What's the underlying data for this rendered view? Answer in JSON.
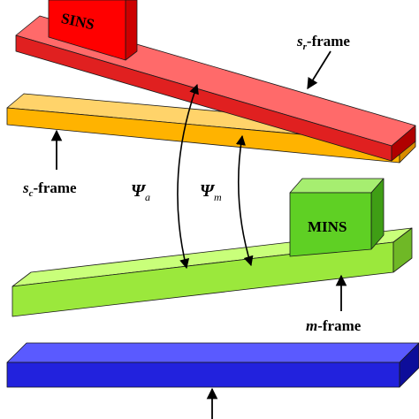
{
  "blocks": {
    "sins": {
      "label": "SINS",
      "color_front": "#ff0000",
      "color_top": "#ff5a5a",
      "color_side": "#cc0000"
    },
    "mins": {
      "label": "MINS",
      "color_front": "#5fd024",
      "color_top": "#a6ee70",
      "color_side": "#3f9e15"
    }
  },
  "bars": {
    "sr": {
      "color_top": "#ff6a6a",
      "color_front": "#e02020",
      "color_side": "#b00000"
    },
    "sc": {
      "color_top": "#ffd36a",
      "color_front": "#ffb300",
      "color_side": "#d98c00"
    },
    "m": {
      "color_top": "#c9ff7a",
      "color_front": "#9be83c",
      "color_side": "#6fb826"
    },
    "base": {
      "color_top": "#5a5aff",
      "color_front": "#2222dd",
      "color_side": "#0d0d9a"
    }
  },
  "labels": {
    "sr_frame": {
      "base": "s",
      "sub": "r",
      "suffix": "-frame"
    },
    "sc_frame": {
      "base": "s",
      "sub": "c",
      "suffix": "-frame"
    },
    "m_frame": {
      "base": "m",
      "suffix": "-frame"
    },
    "psi_a": {
      "symbol": "Ψ",
      "sub": "a"
    },
    "psi_m": {
      "symbol": "Ψ",
      "sub": "m"
    }
  }
}
